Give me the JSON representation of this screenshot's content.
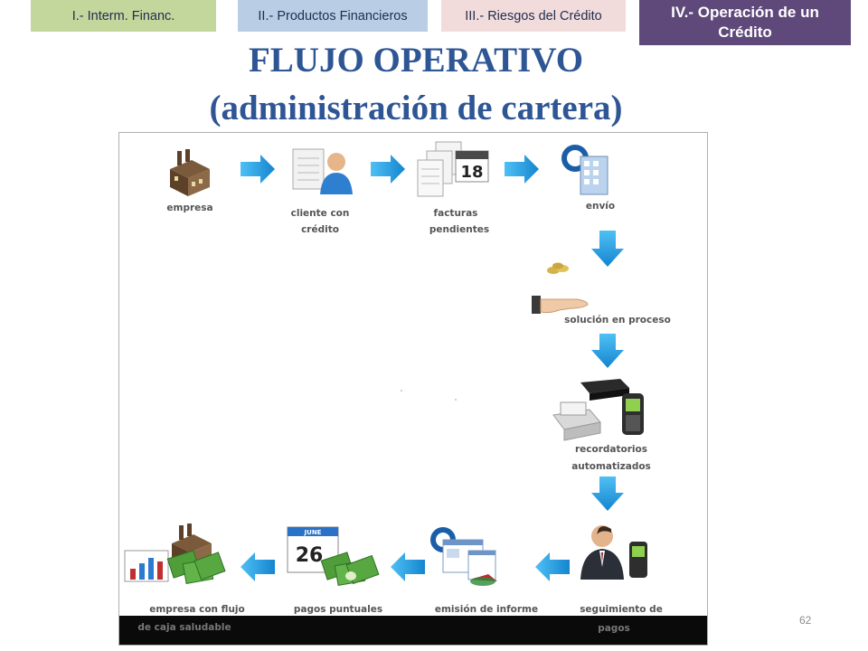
{
  "nav": {
    "tab1": "I.- Interm. Financ.",
    "tab2": "II.- Productos Financieros",
    "tab3": "III.- Riesgos del Crédito",
    "tab4": "IV.- Operación de un Crédito"
  },
  "title": {
    "line1": "FLUJO OPERATIVO",
    "line2": "(administración de cartera)"
  },
  "diagram": {
    "steps": {
      "empresa": "empresa",
      "cliente_l1": "cliente con",
      "cliente_l2": "crédito",
      "facturas_l1": "facturas",
      "facturas_l2": "pendientes",
      "envio": "envío",
      "solucion": "solución en proceso",
      "record_l1": "recordatorios",
      "record_l2": "automatizados",
      "seguimiento_l1": "seguimiento de",
      "seguimiento_l2": "pagos",
      "emision": "emisión de informe",
      "pagos": "pagos puntuales",
      "final_l1": "empresa con flujo",
      "final_l2": "de caja saludable"
    },
    "calendar_day": "18",
    "calendar2_month": "JUNE",
    "calendar2_day": "26"
  },
  "page_number": "62",
  "colors": {
    "tab1": "#c3d69b",
    "tab2": "#b9cde5",
    "tab3": "#f2dcdb",
    "tab4": "#5f497a",
    "title": "#2e5594",
    "arrow": "#1a9ce0"
  },
  "icons": [
    "factory-icon",
    "client-icon",
    "invoices-icon",
    "calendar-icon",
    "building-icon",
    "coins-icon",
    "hand-icon",
    "fax-icon",
    "phone-icon",
    "businessman-icon",
    "report-icon",
    "money-icon",
    "chart-icon"
  ]
}
